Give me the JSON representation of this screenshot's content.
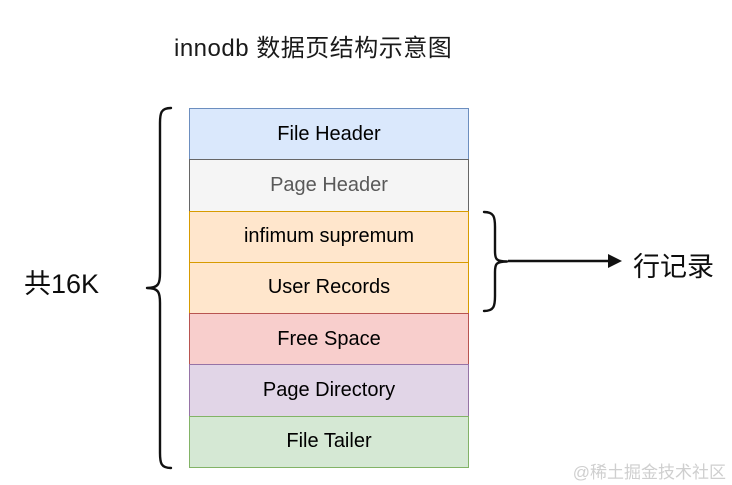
{
  "title": "innodb 数据页结构示意图",
  "diagram": {
    "total_size_label": "共16K",
    "row_record_label": "行记录",
    "line_color": "#111111",
    "blocks": [
      {
        "label": "File Header",
        "fill": "#dae8fc",
        "border": "#6c8ebf",
        "text_color": "#000000"
      },
      {
        "label": "Page Header",
        "fill": "#f5f5f5",
        "border": "#666666",
        "text_color": "#595959"
      },
      {
        "label": "infimum supremum",
        "fill": "#ffe6cc",
        "border": "#d79b00",
        "text_color": "#000000"
      },
      {
        "label": "User Records",
        "fill": "#ffe6cc",
        "border": "#d79b00",
        "text_color": "#000000"
      },
      {
        "label": "Free Space",
        "fill": "#f8cecc",
        "border": "#b85450",
        "text_color": "#000000"
      },
      {
        "label": "Page Directory",
        "fill": "#e1d5e7",
        "border": "#9673a6",
        "text_color": "#000000"
      },
      {
        "label": "File Tailer",
        "fill": "#d5e8d4",
        "border": "#82b366",
        "text_color": "#000000"
      }
    ]
  },
  "watermark": "@稀土掘金技术社区"
}
